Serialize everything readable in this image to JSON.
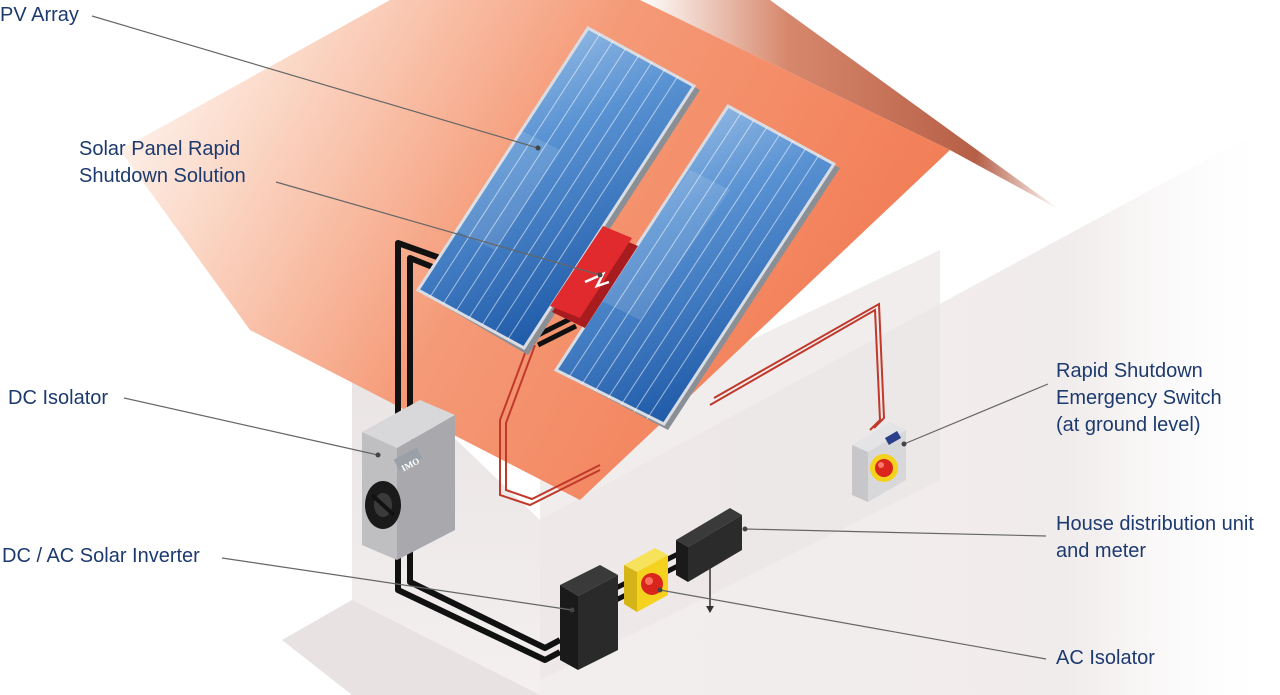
{
  "labels": {
    "pv_array": "PV Array",
    "rapid_shutdown_solution": [
      "Solar Panel Rapid",
      "Shutdown Solution"
    ],
    "dc_isolator": "DC Isolator",
    "inverter": "DC / AC Solar Inverter",
    "emergency_switch": [
      "Rapid Shutdown",
      "Emergency Switch",
      "(at ground level)"
    ],
    "distribution_unit": [
      "House distribution unit",
      "and meter"
    ],
    "ac_isolator": "AC Isolator"
  },
  "brand": {
    "logo_text": "IMO"
  },
  "colors": {
    "label_text": "#1d3a6e",
    "roof_orange": "#f4845f",
    "roof_ridge_brown": "#b8614a",
    "panel_blue": "#2d6db3",
    "shutdown_red": "#e02a2e",
    "isolator_yellow": "#f4d21e",
    "wall_light": "#efeaea"
  }
}
